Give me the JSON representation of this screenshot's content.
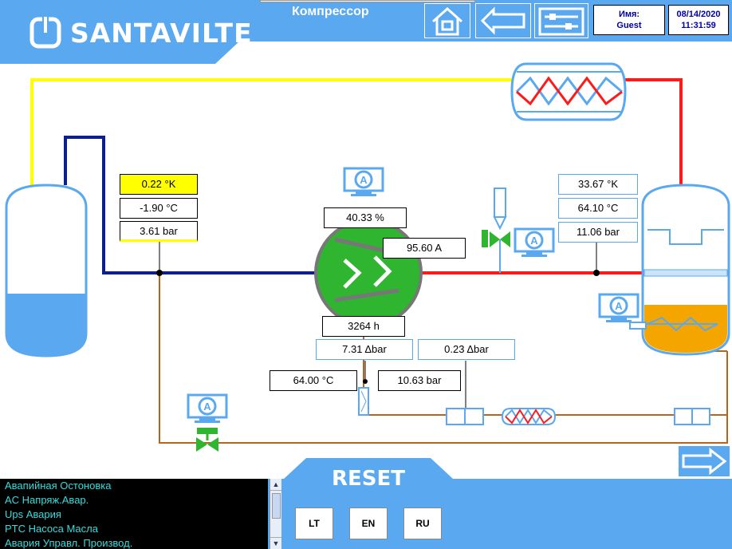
{
  "header": {
    "brand": "SANTAVILTE",
    "title": "Компрессор",
    "user_label": "Имя:",
    "user_name": "Guest",
    "date": "08/14/2020",
    "time": "11:31:59"
  },
  "colors": {
    "accent": "#5aa8f0",
    "suction": "#0d1f8a",
    "discharge": "#ff1a1a",
    "liquid": "#ffff00",
    "oil": "#b5651d",
    "motor": "#2fb52f",
    "oil_level": "#f5a500"
  },
  "suction": {
    "superheat": "0.22 °K",
    "temperature": "-1.90 °C",
    "pressure": "3.61 bar"
  },
  "discharge": {
    "superheat": "33.67 °K",
    "temperature": "64.10 °C",
    "pressure": "11.06 bar"
  },
  "compressor": {
    "capacity": "40.33 %",
    "current": "95.60 A",
    "hours": "3264 h"
  },
  "oil": {
    "diff_pressure": "7.31 Δbar",
    "filter_diff": "0.23 Δbar",
    "temperature": "64.00 °C",
    "pressure": "10.63 bar"
  },
  "alarms": [
    "Авапийная Остоновка",
    "AC Напряж.Авар.",
    "Ups Авария",
    "PTC Насоса Масла",
    "Авария Управл. Производ."
  ],
  "buttons": {
    "reset": "RESET",
    "lang_lt": "LT",
    "lang_en": "EN",
    "lang_ru": "RU"
  }
}
